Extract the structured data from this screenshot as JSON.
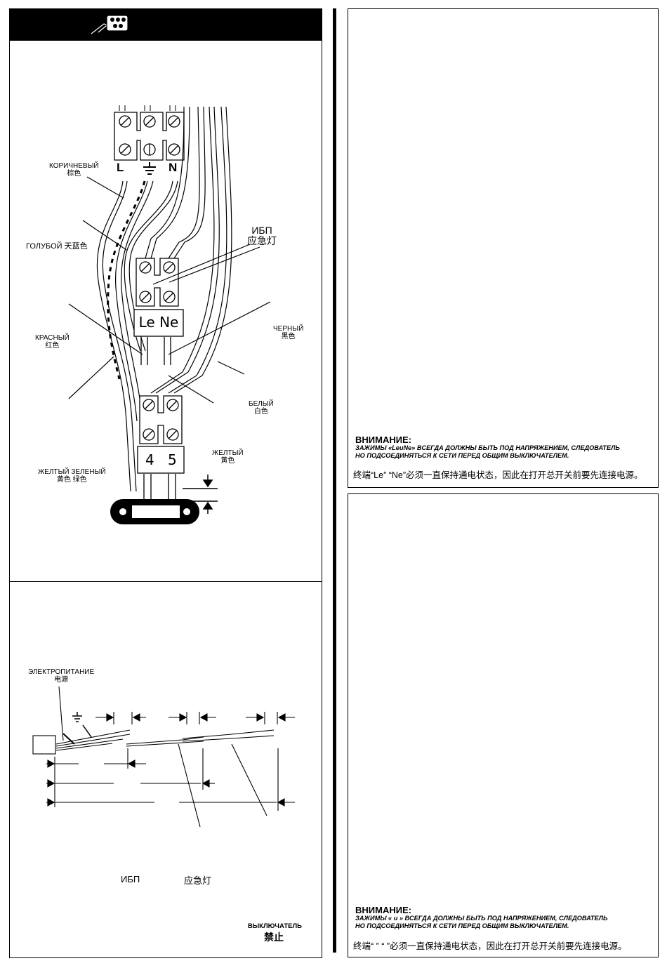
{
  "left_top": {
    "terminal_top_letters": [
      "L",
      "N"
    ],
    "label_brown": {
      "ru": "КОРИЧНЕВЫЙ",
      "cn": "棕色"
    },
    "label_blue": {
      "ru": "ГОЛУБОЙ",
      "cn": "天蓝色"
    },
    "label_ups": {
      "ru": "ИБП",
      "cn": "应急灯"
    },
    "label_red": {
      "ru": "КРАСНЫЙ",
      "cn": "红色"
    },
    "label_black": {
      "ru": "ЧЕРНЫЙ",
      "cn": "黑色"
    },
    "label_white": {
      "ru": "БЕЛЫЙ",
      "cn": "白色"
    },
    "label_yellow": {
      "ru": "ЖЕЛТЫЙ",
      "cn": "黄色"
    },
    "label_yellow_green": {
      "ru": "ЖЕЛТЫЙ ЗЕЛЕНЫЙ",
      "cn": "黄色  绿色"
    },
    "terminal_le_ne": "Le Ne",
    "terminal_4": "4",
    "terminal_5": "5"
  },
  "left_bottom": {
    "label_power": {
      "ru": "ЭЛЕКТРОПИТАНИЕ",
      "cn": "电源"
    },
    "ups_ru": "ИБП",
    "ups_cn": "应急灯",
    "switch_ru": "ВЫКЛЮЧАТЕЛЬ",
    "switch_cn": "禁止"
  },
  "right_top": {
    "warning_title": "ВНИМАНИЕ:",
    "warning_ru_line1": "ЗАЖИМЫ «LeиNe» ВСЕГДА ДОЛЖНЫ БЫТЬ ПОД НАПРЯЖЕНИЕМ, СЛЕДОВАТЕЛЬ",
    "warning_ru_line2": "НО ПОДСОЕДИНЯТЬСЯ К СЕТИ ПЕРЕД ОБЩИМ ВЫКЛЮЧАТЕЛЕМ.",
    "warning_cn": "终端“Le” “Ne”必须一直保持通电状态，因此在打开总开关前要先连接电源。"
  },
  "right_bottom": {
    "warning_title": "ВНИМАНИЕ:",
    "warning_ru_line1": "ЗАЖИМЫ «    и     » ВСЕГДА ДОЛЖНЫ БЫТЬ ПОД НАПРЯЖЕНИЕМ, СЛЕДОВАТЕЛЬ",
    "warning_ru_line2": "НО ПОДСОЕДИНЯТЬСЯ К СЕТИ ПЕРЕД ОБЩИМ ВЫКЛЮЧАТЕЛЕМ.",
    "warning_cn": "终端“    ” “    ”必须一直保持通电状态，因此在打开总开关前要先连接电源。"
  }
}
